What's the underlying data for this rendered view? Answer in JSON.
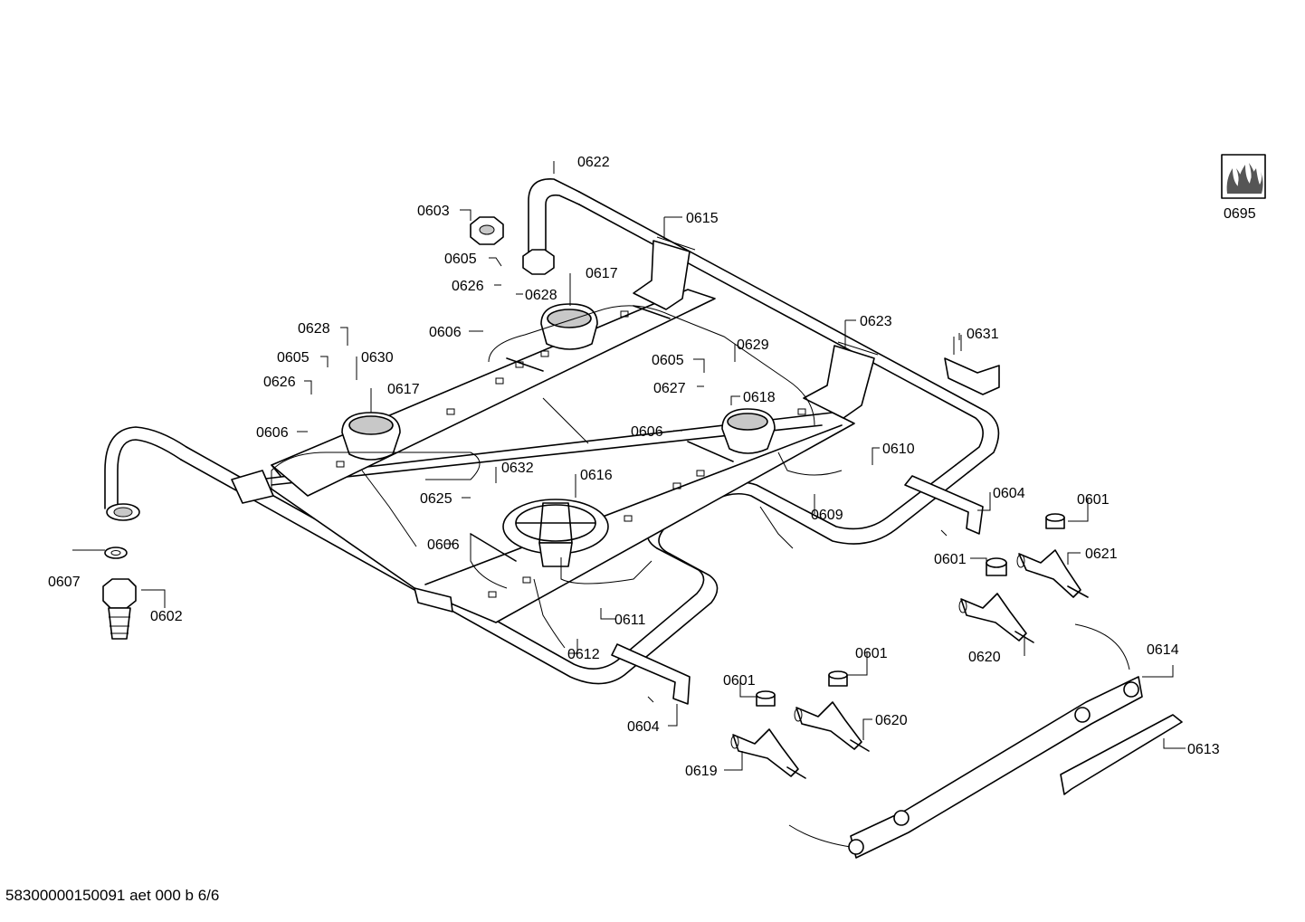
{
  "document_code": "58300000150091 aet 000 b 6/6",
  "logo_part_number": "0695",
  "callouts": [
    {
      "id": "c0622",
      "label": "0622"
    },
    {
      "id": "c0603",
      "label": "0603"
    },
    {
      "id": "c0615",
      "label": "0615"
    },
    {
      "id": "c0605a",
      "label": "0605"
    },
    {
      "id": "c0617a",
      "label": "0617"
    },
    {
      "id": "c0626a",
      "label": "0626"
    },
    {
      "id": "c0628a",
      "label": "0628"
    },
    {
      "id": "c0606a",
      "label": "0606"
    },
    {
      "id": "c0628b",
      "label": "0628"
    },
    {
      "id": "c0623",
      "label": "0623"
    },
    {
      "id": "c0605b",
      "label": "0605"
    },
    {
      "id": "c0630",
      "label": "0630"
    },
    {
      "id": "c0631",
      "label": "0631"
    },
    {
      "id": "c0626b",
      "label": "0626"
    },
    {
      "id": "c0617b",
      "label": "0617"
    },
    {
      "id": "c0605c",
      "label": "0605"
    },
    {
      "id": "c0629",
      "label": "0629"
    },
    {
      "id": "c0627",
      "label": "0627"
    },
    {
      "id": "c0618",
      "label": "0618"
    },
    {
      "id": "c0606b",
      "label": "0606"
    },
    {
      "id": "c0606c",
      "label": "0606"
    },
    {
      "id": "c0610",
      "label": "0610"
    },
    {
      "id": "c0632",
      "label": "0632"
    },
    {
      "id": "c0616",
      "label": "0616"
    },
    {
      "id": "c0604a",
      "label": "0604"
    },
    {
      "id": "c0625",
      "label": "0625"
    },
    {
      "id": "c0609",
      "label": "0609"
    },
    {
      "id": "c0601a",
      "label": "0601"
    },
    {
      "id": "c0606d",
      "label": "0606"
    },
    {
      "id": "c0607",
      "label": "0607"
    },
    {
      "id": "c0601b",
      "label": "0601"
    },
    {
      "id": "c0621",
      "label": "0621"
    },
    {
      "id": "c0602",
      "label": "0602"
    },
    {
      "id": "c0611",
      "label": "0611"
    },
    {
      "id": "c0620a",
      "label": "0620"
    },
    {
      "id": "c0612",
      "label": "0612"
    },
    {
      "id": "c0614",
      "label": "0614"
    },
    {
      "id": "c0601c",
      "label": "0601"
    },
    {
      "id": "c0601d",
      "label": "0601"
    },
    {
      "id": "c0620b",
      "label": "0620"
    },
    {
      "id": "c0604b",
      "label": "0604"
    },
    {
      "id": "c0613",
      "label": "0613"
    },
    {
      "id": "c0619",
      "label": "0619"
    }
  ]
}
